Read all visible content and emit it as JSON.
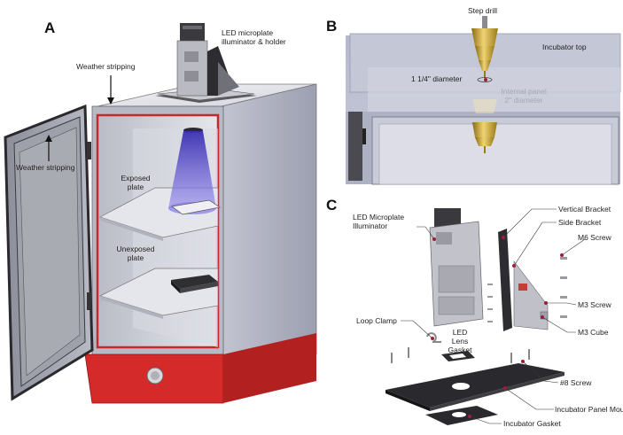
{
  "panels": {
    "a": "A",
    "b": "B",
    "c": "C"
  },
  "panel_a": {
    "led_illuminator": [
      "LED microplate",
      "illuminator & holder"
    ],
    "weather_stripping_top": "Weather stripping",
    "weather_stripping_door": "Weather stripping",
    "exposed_plate": [
      "Exposed",
      "plate"
    ],
    "unexposed_plate": [
      "Unexposed",
      "plate"
    ]
  },
  "panel_b": {
    "step_drill": "Step drill",
    "incubator_top": "Incubator top",
    "diameter_1_25": "1 1/4\" diameter",
    "internal_panel": [
      "Internal panel",
      "2\" diameter"
    ]
  },
  "panel_c": {
    "led_microplate_illuminator": [
      "LED Microplate",
      "Illuminator"
    ],
    "vertical_bracket": "Vertical Bracket",
    "side_bracket": "Side Bracket",
    "m6_screw": "M6 Screw",
    "m3_screw": "M3 Screw",
    "m3_cube": "M3 Cube",
    "loop_clamp": "Loop Clamp",
    "led_lens_gasket": [
      "LED",
      "Lens",
      "Gasket"
    ],
    "screw_8": "#8 Screw",
    "incubator_panel_mount": "Incubator Panel Mount",
    "incubator_gasket": "Incubator Gasket"
  },
  "colors": {
    "cabinet": "#c9cbd6",
    "door_red": "#d42a2a",
    "light_cone": "#6b5fd6",
    "drill_gold": "#c9a43a",
    "dark_metal": "#2a2a2e"
  }
}
